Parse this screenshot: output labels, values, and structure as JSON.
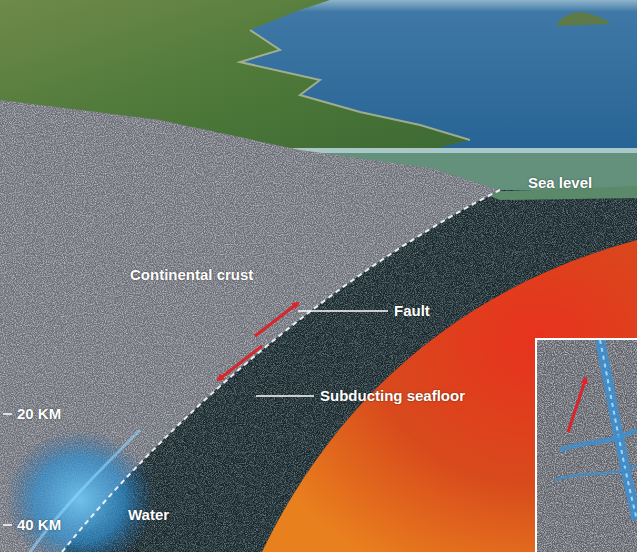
{
  "diagram": {
    "labels": [
      "Sea level",
      "Continental crust",
      "Fault",
      "20 KM",
      "Subducting seafloor",
      "Water",
      "40 KM"
    ]
  }
}
